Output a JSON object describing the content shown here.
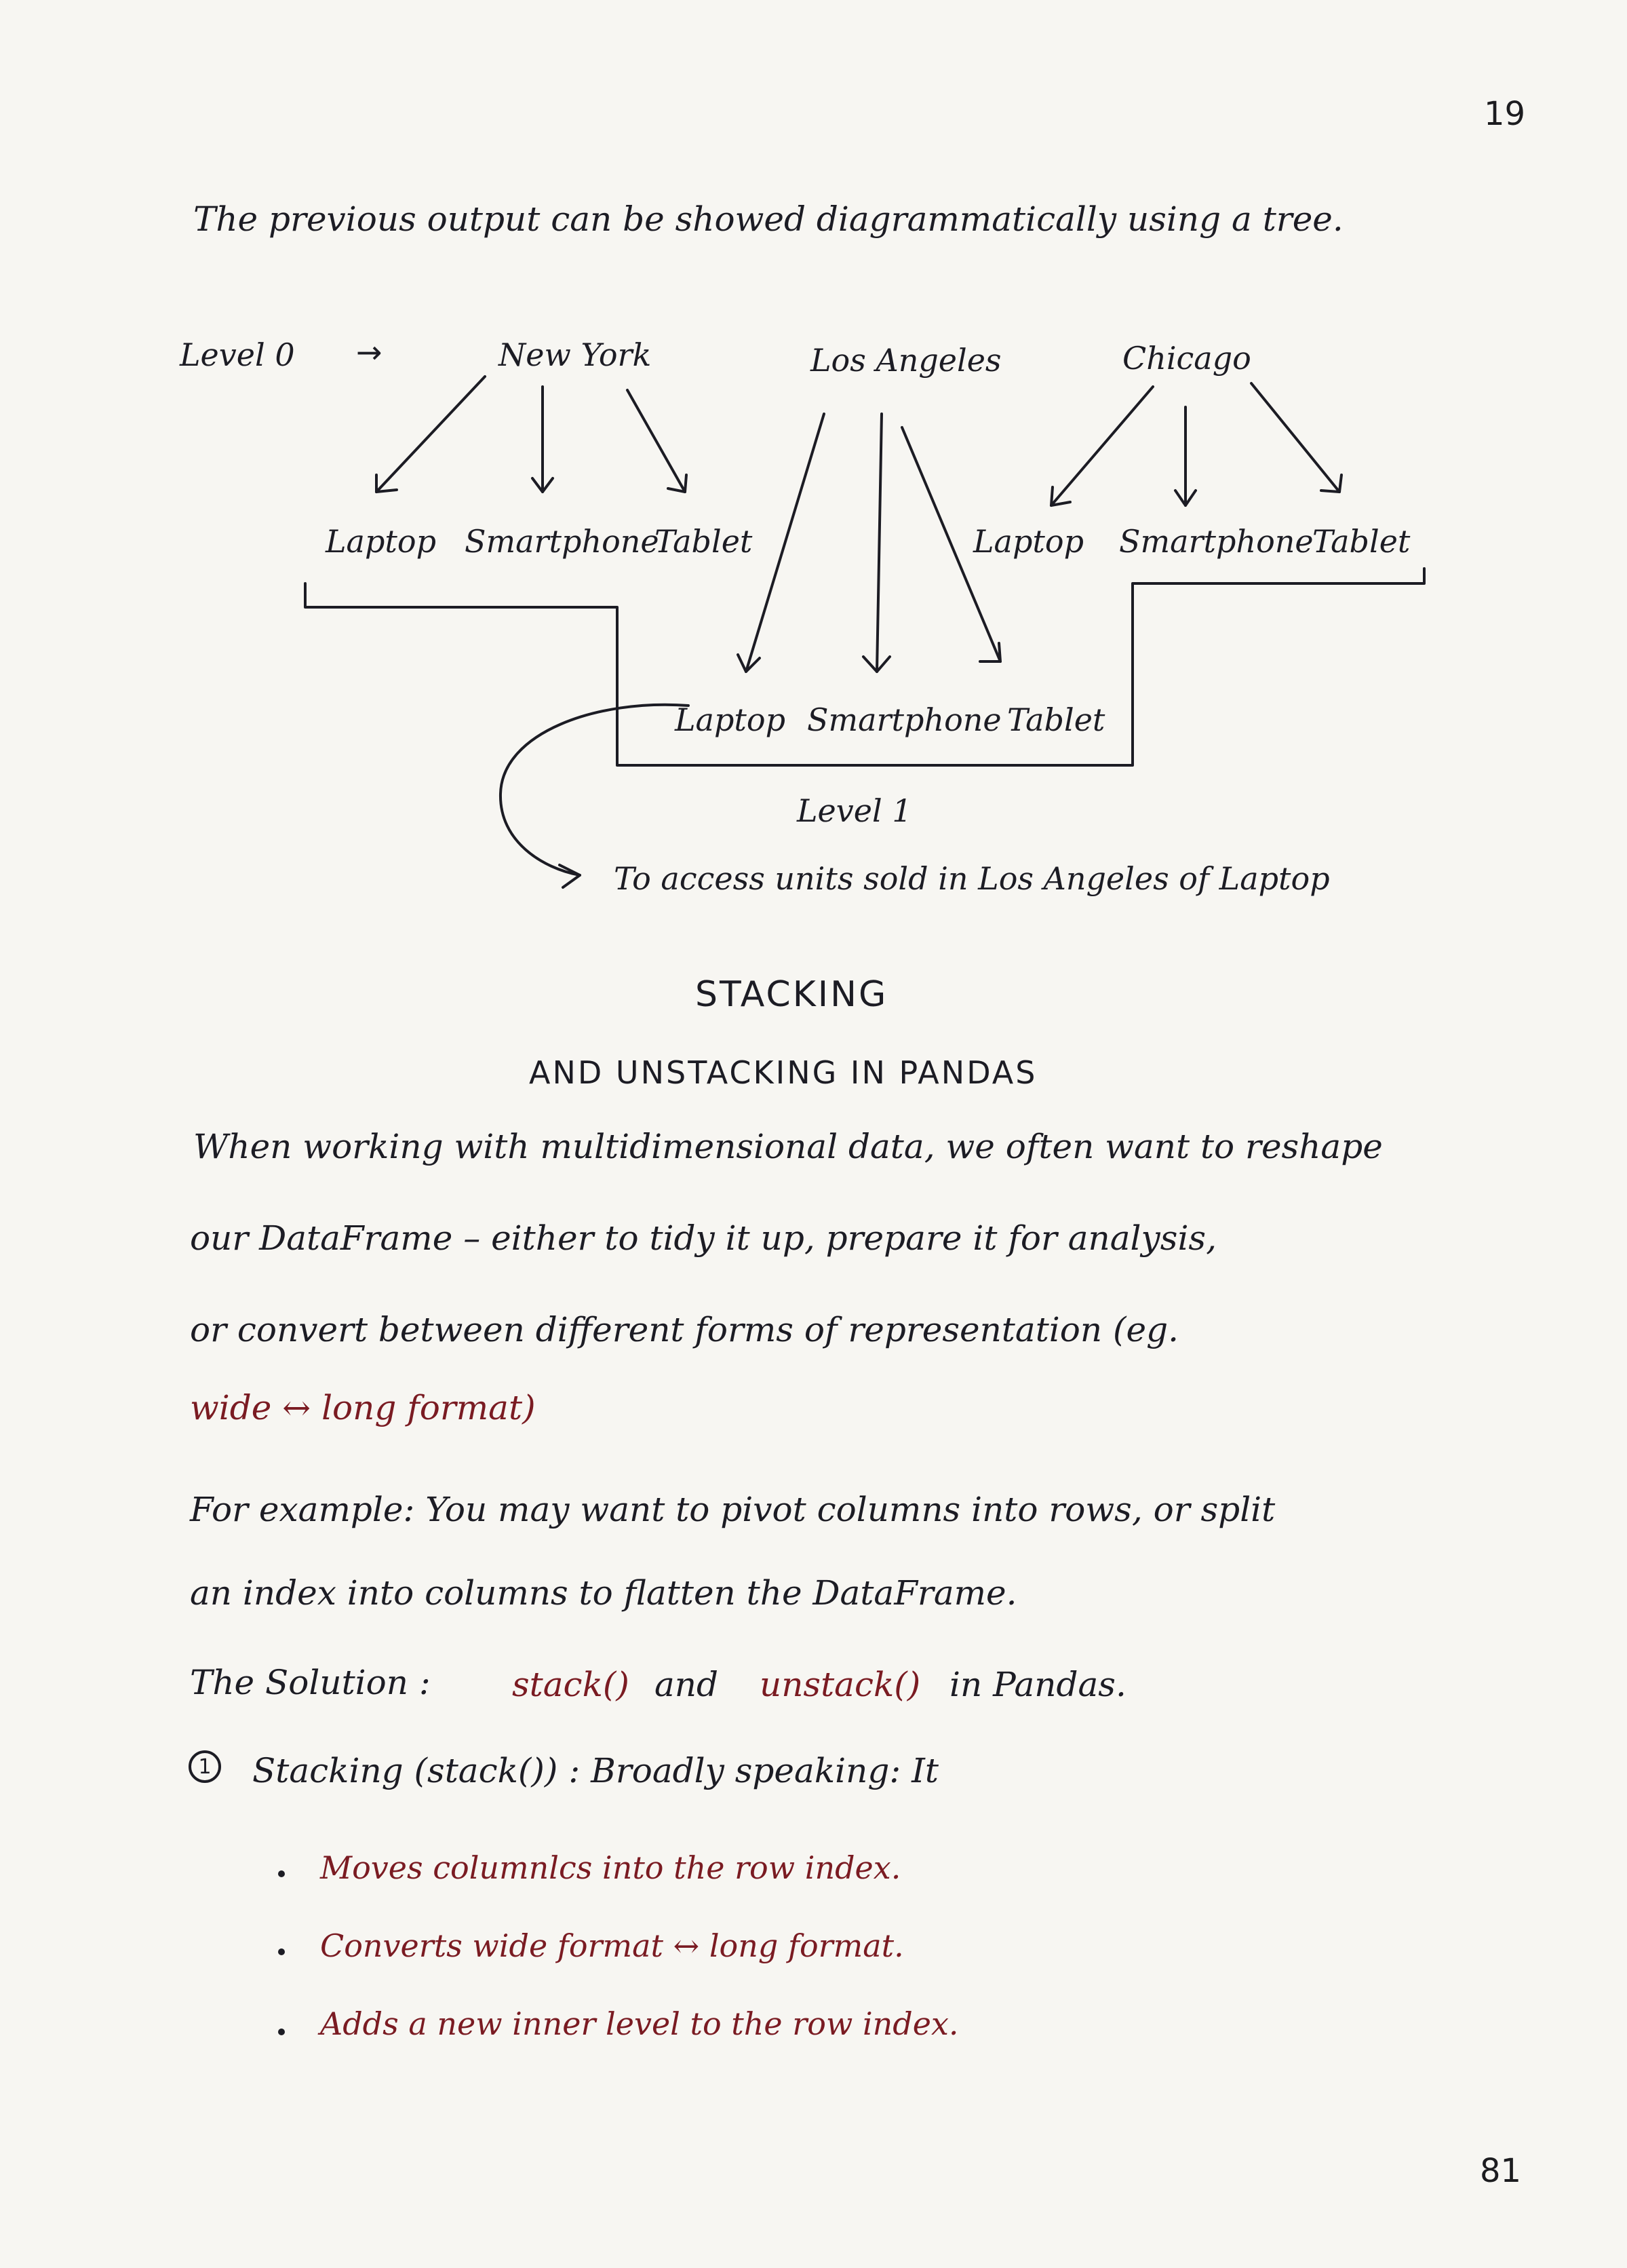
{
  "page_number_top": "19",
  "page_number_bottom": "81",
  "intro": "The previous output can be showed diagrammatically using a tree.",
  "tree": {
    "level0_label": "Level 0",
    "level0_arrow": "→",
    "cities": [
      "New York",
      "Los Angeles",
      "Chicago"
    ],
    "ny_children": [
      "Laptop",
      "Smartphone",
      "Tablet"
    ],
    "la_children": [
      "Laptop",
      "Smartphone",
      "Tablet"
    ],
    "chi_children": [
      "Laptop",
      "Smartphone",
      "Tablet"
    ],
    "level1_label": "Level 1",
    "note": "To access units sold in Los Angeles of Laptop"
  },
  "heading": {
    "line1": "STACKING",
    "line2": "AND UNSTACKING IN PANDAS"
  },
  "paragraph": {
    "line1": "When working with multidimensional data, we often want to reshape",
    "line2": "our DataFrame – either to tidy it up, prepare it for analysis,",
    "line3": "or convert between different forms of representation (eg.",
    "line4": "wide ↔ long format)"
  },
  "example": {
    "line1": "For example: You may want to pivot columns into rows, or split",
    "line2": "an index into columns to flatten the DataFrame."
  },
  "solution": {
    "label": "The Solution :",
    "stack": "stack()",
    "and": "and",
    "unstack": "unstack()",
    "tail": "in Pandas."
  },
  "section1": {
    "number": "1",
    "title": "Stacking (stack()) : Broadly speaking: It",
    "bullets": [
      "Moves columnlcs into the row index.",
      "Converts wide format ↔ long format.",
      "Adds a new inner level to the row index."
    ]
  },
  "colors": {
    "ink_black": "#1c1c24",
    "ink_red": "#7a1b22",
    "paper": "#f7f6f2"
  }
}
